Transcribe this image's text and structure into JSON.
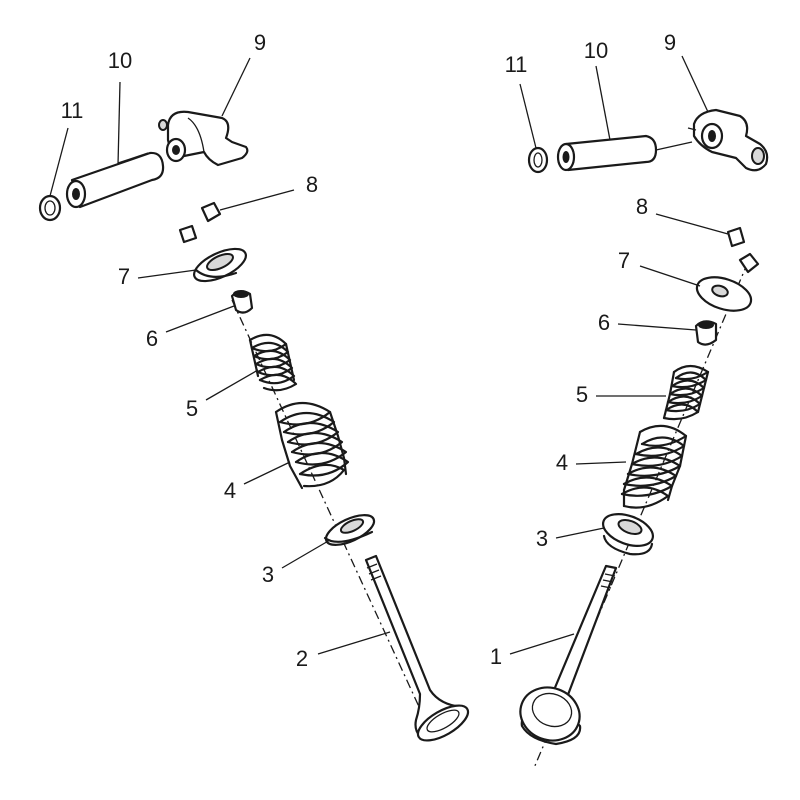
{
  "callouts": {
    "left": {
      "n2": "2",
      "n3": "3",
      "n4": "4",
      "n5": "5",
      "n6": "6",
      "n7": "7",
      "n8": "8",
      "n9": "9",
      "n10": "10",
      "n11": "11"
    },
    "right": {
      "n1": "1",
      "n3": "3",
      "n4": "4",
      "n5": "5",
      "n6": "6",
      "n7": "7",
      "n8": "8",
      "n9": "9",
      "n10": "10",
      "n11": "11"
    }
  }
}
